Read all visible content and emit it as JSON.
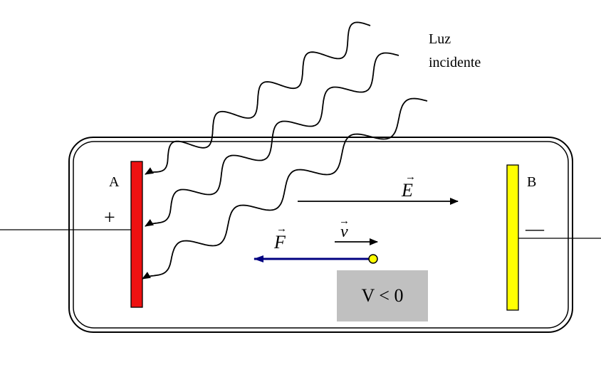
{
  "light_label": {
    "line1": "Luz",
    "line2": "incidente"
  },
  "plate_a": {
    "label": "A",
    "sign": "+",
    "color": "#ee1111"
  },
  "plate_b": {
    "label": "B",
    "sign": "—",
    "color": "#ffff00"
  },
  "field_label": "E",
  "force_label": "F",
  "velocity_label": "v",
  "vector_mark": "→",
  "voltage_box": {
    "text": "V < 0",
    "background": "#c0c0c0"
  },
  "colors": {
    "force_arrow": "#000080",
    "electron": "#ffff00"
  }
}
